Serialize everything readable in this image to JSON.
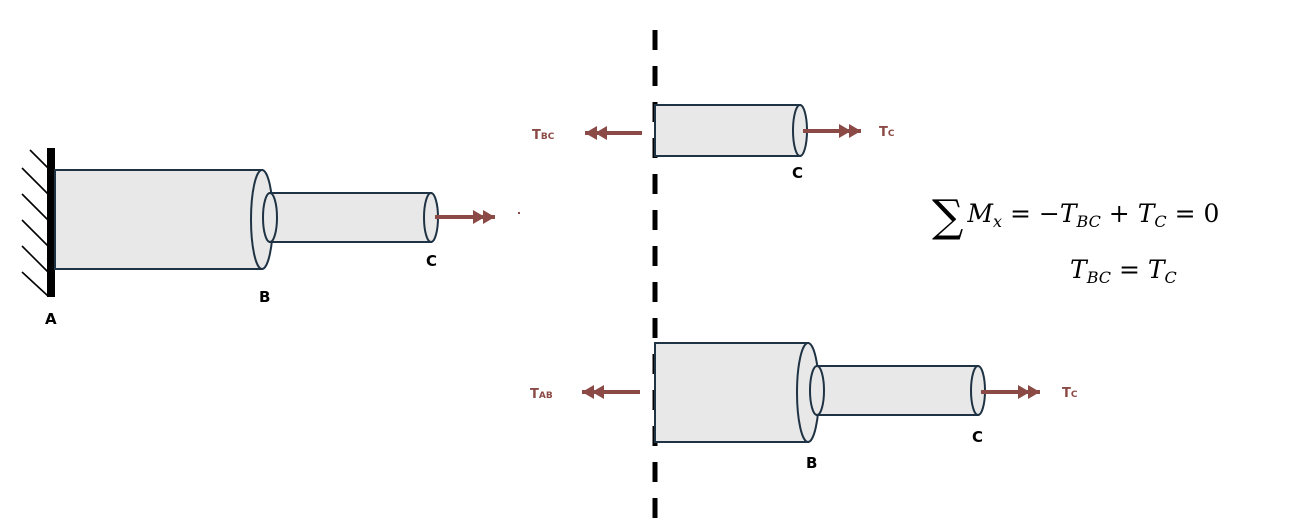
{
  "colors": {
    "shaft_fill": "#e8e8e8",
    "shaft_stroke": "#1f3344",
    "arrow": "#8b4a45",
    "cut_line": "#000000",
    "wall": "#000000"
  },
  "labels": {
    "A": "A",
    "B": "B",
    "C": "C",
    "torque_bc": {
      "main": "T",
      "sub": "BC"
    },
    "torque_ab": {
      "main": "T",
      "sub": "AB"
    },
    "torque_c": {
      "main": "T",
      "sub": "C"
    }
  },
  "equations": {
    "sum_symbol": "∑",
    "moment": {
      "var": "M",
      "sub": "x",
      "rest": "= −",
      "t1": "T",
      "t1_sub": "BC",
      "plus": "+",
      "t2": "T",
      "t2_sub": "C",
      "end": "= 0"
    },
    "result": {
      "t1": "T",
      "t1_sub": "BC",
      "eq": "=",
      "t2": "T",
      "t2_sub": "C"
    }
  }
}
